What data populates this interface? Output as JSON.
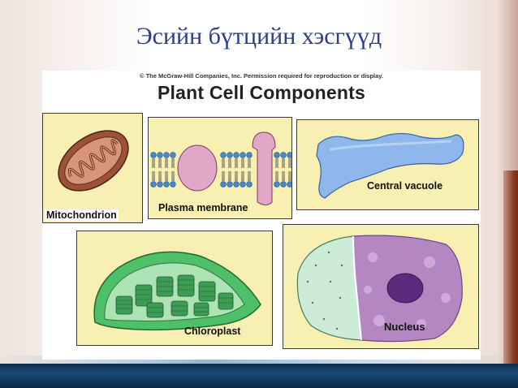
{
  "slide": {
    "title": "Эсийн бүтцийн хэсгүүд"
  },
  "figure": {
    "copyright": "© The McGraw-Hill Companies, Inc. Permission required for reproduction or display.",
    "title": "Plant Cell Components",
    "panels": {
      "mitochondrion": "Mitochondrion",
      "plasma_membrane": "Plasma membrane",
      "central_vacuole": "Central vacuole",
      "chloroplast": "Chloroplast",
      "nucleus": "Nucleus"
    }
  },
  "colors": {
    "title": "#2f3c8c",
    "panel_fill": "#f7f0b2",
    "mitochondrion": "#b86a4e",
    "membrane": "#4a86c8",
    "protein": "#e2a7c6",
    "vacuole": "#8fb7ec",
    "chloroplast": "#3fae5a",
    "nucleus_envelope": "#ccebd8",
    "nucleoplasm": "#b487c2",
    "nucleolus": "#5b2a7c",
    "bottom_bar": "#174b74",
    "accent_bar": "#8a3a22"
  }
}
